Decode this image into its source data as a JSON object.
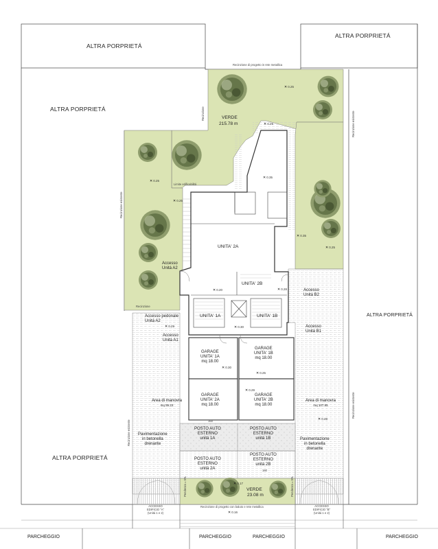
{
  "colors": {
    "green_area": "#dbe4b4",
    "tree_dark": "#4b5a36",
    "tree_light": "#a9b58c",
    "building_line": "#333333",
    "paving": "#e9e9e9",
    "hatch": "#bdbdbd"
  },
  "labels": {
    "altra_top_left": "ALTRA PORPRIETÁ",
    "altra_top_right": "ALTRA PORPRIETÁ",
    "altra_left_upper": "ALTRA PORPRIETÁ",
    "altra_right": "ALTRA PORPRIETÁ",
    "altra_left_lower": "ALTRA PORPRIETÁ",
    "recinzione_top": "Recinzione di progetto in rete metallica",
    "recinzione_bottom": "Recinzione di progetto con baluto e rete metallica",
    "recinzione_esistente": "Recinzione esistente",
    "recinzione_short": "Recinzione",
    "limite_edificabilita": "Limite edificabilitá",
    "verde_top_title": "VERDE",
    "verde_top_area": "215.78 m",
    "verde_bottom_title": "VERDE",
    "verde_bottom_area": "23.08 m",
    "unita_2a": "UNITA' 2A",
    "unita_2b": "UNITA' 2B",
    "unita_1a": "UNITA' 1A",
    "unita_1b": "UNITA' 1B",
    "accesso_a2": [
      "Accesso",
      "Unitá A2"
    ],
    "accesso_b2": [
      "Accesso",
      "Unitá B2"
    ],
    "accesso_pedonale": [
      "Accesso pedonale",
      "Unitá A2"
    ],
    "accesso_a1": [
      "Accesso",
      "Unitá A1"
    ],
    "accesso_b1": [
      "Accesso",
      "Unitá B1"
    ],
    "garage_1a": [
      "GARAGE",
      "UNITA' 1A",
      "mq 18.00"
    ],
    "garage_1b": [
      "GARAGE",
      "UNITA' 1B",
      "mq 18.00"
    ],
    "garage_2a": [
      "GARAGE",
      "UNITA' 2A",
      "mq 18.00"
    ],
    "garage_2b": [
      "GARAGE",
      "UNITA' 2B",
      "mq 18.00"
    ],
    "area_manovra_left": [
      "Area di manovra",
      "mq 95.23"
    ],
    "area_manovra_right": [
      "Area di manovra",
      "mq 107.55"
    ],
    "posto_1a": [
      "POSTO AUTO",
      "ESTERNO",
      "unitá 1A"
    ],
    "posto_1b": [
      "POSTO AUTO",
      "ESTERNO",
      "unitá 1B"
    ],
    "posto_2a": [
      "POSTO AUTO",
      "ESTERNO",
      "unitá 2A"
    ],
    "posto_2b": [
      "POSTO AUTO",
      "ESTERNO",
      "unitá 2B"
    ],
    "pav_left": [
      "Pavimentazione",
      "in betonella",
      "drenante"
    ],
    "pav_right": [
      "Pavimentazione",
      "in betonella",
      "drenante"
    ],
    "accesso_edificio_a": [
      "ACCESSO",
      "EDIFICIO \"A\"",
      "(Unitá 1 e 2)"
    ],
    "accesso_edificio_b": [
      "ACCESSO",
      "EDIFICIO \"B\"",
      "(Unitá 1 e 2)"
    ],
    "parcheggio": [
      "PARCHEGGIO",
      "PARCHEGGIO",
      "PARCHEGGIO",
      "PARCHEGGIO"
    ],
    "pendenza_left": "Pendenza = 5%",
    "pendenza_right": "Pendenza = 5%",
    "dim_small": "160",
    "dim_small2": "160"
  },
  "elevations": [
    "0.25",
    "0.25",
    "0.29",
    "0.35",
    "0.25",
    "0.35",
    "0.25",
    "0.20",
    "0.28",
    "0.29",
    "0.30",
    "0.30",
    "0.29",
    "0.17",
    "0.16",
    "0.28",
    "0.25"
  ]
}
